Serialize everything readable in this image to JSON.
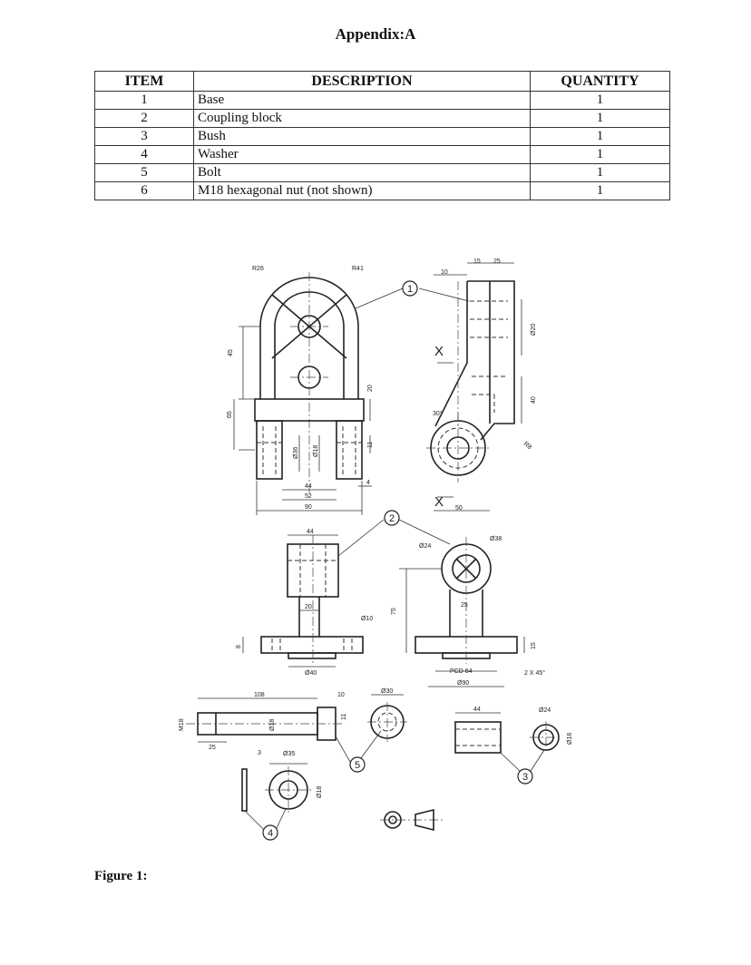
{
  "heading": "Appendix:A",
  "table": {
    "headers": [
      "ITEM",
      "DESCRIPTION",
      "QUANTITY"
    ],
    "rows": [
      {
        "item": "1",
        "description": "Base",
        "quantity": "1"
      },
      {
        "item": "2",
        "description": "Coupling block",
        "quantity": "1"
      },
      {
        "item": "3",
        "description": "Bush",
        "quantity": "1"
      },
      {
        "item": "4",
        "description": "Washer",
        "quantity": "1"
      },
      {
        "item": "5",
        "description": "Bolt",
        "quantity": "1"
      },
      {
        "item": "6",
        "description": "M18 hexagonal nut (not shown)",
        "quantity": "1"
      }
    ]
  },
  "figure_caption": "Figure 1:",
  "drawing": {
    "balloons": [
      "1",
      "2",
      "3",
      "4",
      "5"
    ],
    "section_marks": [
      "X",
      "X"
    ],
    "dimensions": {
      "base": [
        "R26",
        "R41",
        "45",
        "65",
        "20",
        "Ø36",
        "Ø18",
        "11",
        "44",
        "52",
        "90",
        "4",
        "10",
        "15",
        "25",
        "Ø20",
        "40",
        "R8",
        "30°",
        "50"
      ],
      "coupling": [
        "44",
        "20",
        "Ø10",
        "75",
        "8",
        "Ø40",
        "Ø24",
        "Ø38",
        "25",
        "15",
        "PCD 64",
        "Ø90",
        "2 X 45°"
      ],
      "bolt": [
        "108",
        "10",
        "Ø30",
        "M18",
        "Ø18",
        "11",
        "25",
        "3",
        "Ø35"
      ],
      "bush_washer": [
        "44",
        "Ø24",
        "Ø16",
        "Ø18"
      ]
    }
  }
}
